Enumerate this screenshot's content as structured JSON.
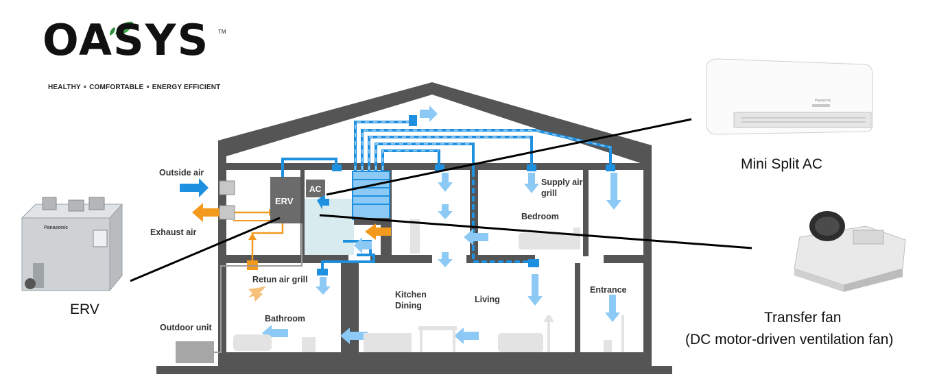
{
  "logo": {
    "name": "OASYS",
    "trademark": "TM",
    "tagline": "HEALTHY ∘ COMFORTABLE ∘ ENERGY EFFICIENT"
  },
  "house_labels": {
    "outside_air": "Outside air",
    "exhaust_air": "Exhaust air",
    "erv_box": "ERV",
    "ac_box": "AC",
    "supply_air_grill": "Supply air\ngrill",
    "bedroom": "Bedroom",
    "return_air_grill": "Retun air grill",
    "kitchen_dining": "Kitchen\nDining",
    "living": "Living",
    "entrance": "Entrance",
    "bathroom": "Bathroom",
    "outdoor_unit": "Outdoor unit"
  },
  "callouts": {
    "erv": "ERV",
    "mini_split": "Mini Split AC",
    "transfer_fan": "Transfer fan",
    "transfer_fan_sub": "(DC motor-driven ventilation fan)"
  },
  "device_brand": "Panasonic",
  "colors": {
    "house": "#555555",
    "duct": "#1e90e0",
    "duct_light": "#8cc9f5",
    "warm": "#f39a1e",
    "erv_box": "#6b6b6b",
    "ac_zone": "#d8ecef"
  }
}
